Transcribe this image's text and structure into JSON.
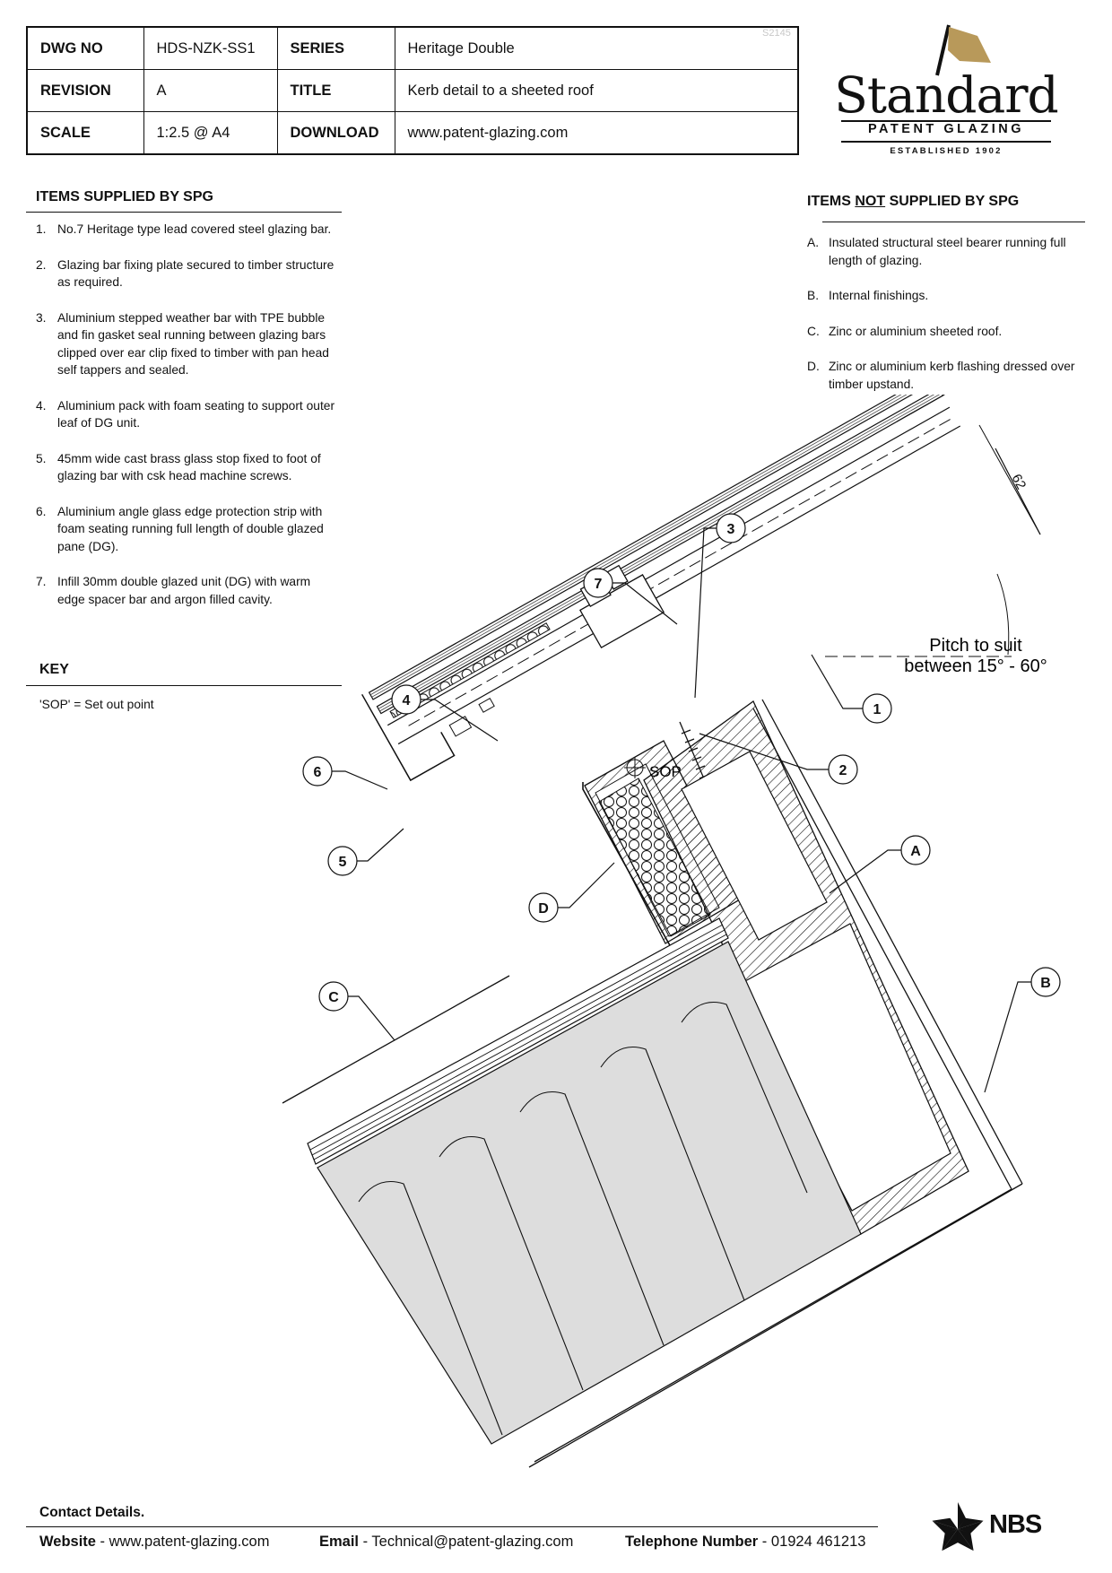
{
  "title_block": {
    "dwg_no_label": "DWG NO",
    "dwg_no": "HDS-NZK-SS1",
    "series_label": "SERIES",
    "series": "Heritage Double",
    "revision_label": "REVISION",
    "revision": "A",
    "title_label": "TITLE",
    "title": "Kerb detail to a sheeted roof",
    "scale_label": "SCALE",
    "scale": "1:2.5 @ A4",
    "download_label": "DOWNLOAD",
    "download": "www.patent-glazing.com",
    "code": "S2145"
  },
  "logo": {
    "word": "Standard",
    "sub": "PATENT GLAZING",
    "established": "ESTABLISHED 1902",
    "flag_color": "#b8995a"
  },
  "supplied": {
    "heading": "ITEMS SUPPLIED BY SPG",
    "items": [
      {
        "num": "1.",
        "text": "No.7 Heritage type lead covered steel glazing bar."
      },
      {
        "num": "2.",
        "text": "Glazing bar fixing plate secured to timber structure as required."
      },
      {
        "num": "3.",
        "text": "Aluminium stepped weather bar with TPE bubble and fin gasket seal running between glazing bars clipped over ear clip fixed to timber with pan head self tappers and sealed."
      },
      {
        "num": "4.",
        "text": "Aluminium pack with foam seating to support outer leaf of DG unit."
      },
      {
        "num": "5.",
        "text": "45mm wide cast brass glass stop fixed to foot of glazing bar with csk head machine screws."
      },
      {
        "num": "6.",
        "text": "Aluminium angle glass edge protection strip with foam seating running full length of double glazed pane (DG)."
      },
      {
        "num": "7.",
        "text": "Infill 30mm double glazed unit (DG) with warm edge spacer bar and argon filled cavity."
      }
    ]
  },
  "not_supplied": {
    "heading_pre": "ITEMS ",
    "heading_not": "NOT",
    "heading_post": " SUPPLIED BY SPG",
    "items": [
      {
        "num": "A.",
        "text": "Insulated structural steel bearer running full length of glazing."
      },
      {
        "num": "B.",
        "text": "Internal finishings."
      },
      {
        "num": "C.",
        "text": "Zinc or aluminium sheeted roof."
      },
      {
        "num": "D.",
        "text": "Zinc or aluminium kerb flashing dressed over timber upstand."
      }
    ]
  },
  "key": {
    "heading": "KEY",
    "text": "'SOP' = Set out point"
  },
  "drawing": {
    "dimension": "62",
    "pitch_line1": "Pitch to suit",
    "pitch_line2": "between 15° - 60°",
    "sop": "SOP",
    "callouts": [
      "1",
      "2",
      "3",
      "4",
      "5",
      "6",
      "7",
      "A",
      "B",
      "C",
      "D"
    ]
  },
  "footer": {
    "heading": "Contact Details.",
    "website_label": "Website",
    "website": "www.patent-glazing.com",
    "email_label": "Email",
    "email": "Technical@patent-glazing.com",
    "phone_label": "Telephone Number",
    "phone": "01924 461213",
    "nbs": "NBS"
  }
}
